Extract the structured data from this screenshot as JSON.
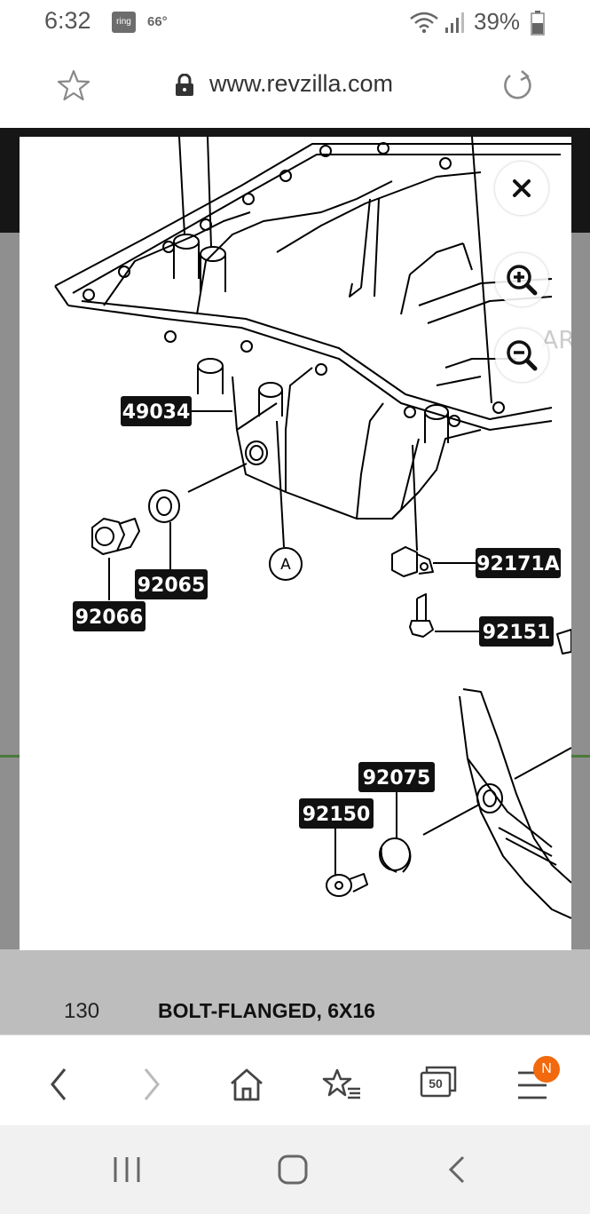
{
  "status_bar": {
    "time": "6:32",
    "ring_badge": "ring",
    "temperature": "66°",
    "battery_percent": "39%"
  },
  "browser": {
    "url": "www.revzilla.com"
  },
  "diagram": {
    "part_labels": [
      "49034",
      "92065",
      "92066",
      "92171A",
      "92151",
      "92075",
      "92150"
    ],
    "callout": "A",
    "partial_label": "AR"
  },
  "page": {
    "row_number": "130",
    "row_description": "BOLT-FLANGED, 6X16"
  },
  "bottom_nav": {
    "tab_count": "50",
    "menu_badge": "N",
    "accent_color": "#f26a0d"
  }
}
